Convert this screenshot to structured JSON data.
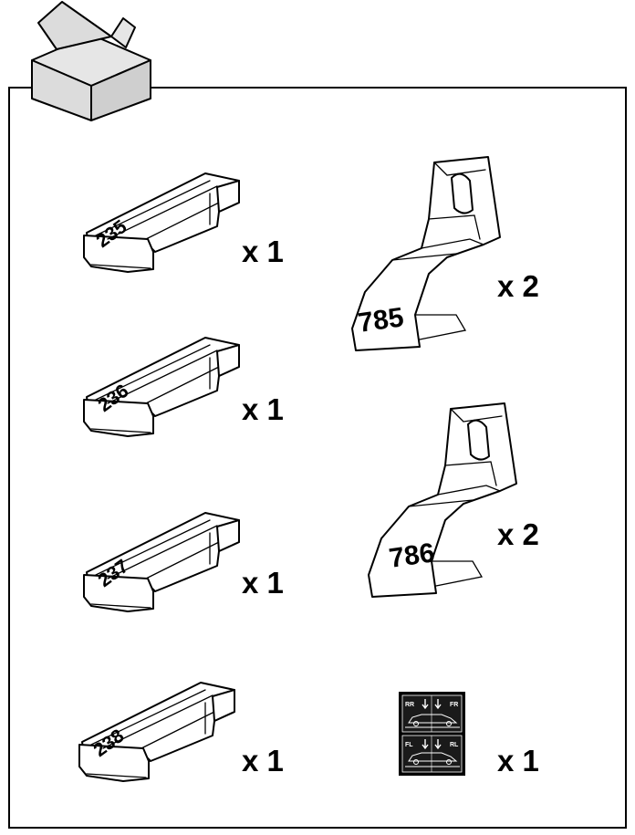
{
  "parts": [
    {
      "id": "pad-235",
      "number": "235",
      "qty": "x 1"
    },
    {
      "id": "pad-236",
      "number": "236",
      "qty": "x 1"
    },
    {
      "id": "pad-237",
      "number": "237",
      "qty": "x 1"
    },
    {
      "id": "pad-238",
      "number": "238",
      "qty": "x 1"
    },
    {
      "id": "bracket-785",
      "number": "785",
      "qty": "x 2"
    },
    {
      "id": "bracket-786",
      "number": "786",
      "qty": "x 2"
    },
    {
      "id": "sticker-sheet",
      "qty": "x 1",
      "labels": {
        "rr": "RR",
        "fr": "FR",
        "fl": "FL",
        "rl": "RL"
      }
    }
  ],
  "colors": {
    "line": "#000000",
    "box_fill": "#dcdcdc",
    "background": "#ffffff"
  }
}
